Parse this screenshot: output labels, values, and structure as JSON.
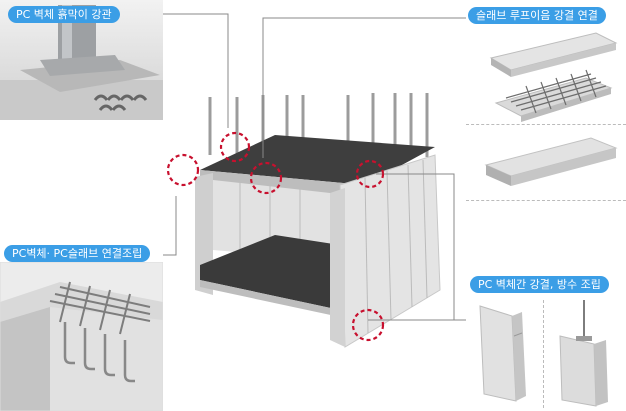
{
  "theme": {
    "label_color": "#3b9ee6",
    "marker_color": "#c8102e",
    "concrete_light": "#e6e6e6",
    "concrete_mid": "#cfcfcf",
    "slab_dark": "#3e3e3e",
    "rebar_color": "#8a8a8a"
  },
  "labels": {
    "top_left": "PC 벽체 흙막이 강관",
    "bottom_left": "PC벽체· PC슬래브 연결조립",
    "top_right": "슬래브 루프이음 강결 연결",
    "bottom_right": "PC 벽체간 강결, 방수 조립"
  },
  "icons": {
    "marker": "dashed-circle-icon",
    "rebar": "rebar-icon"
  }
}
